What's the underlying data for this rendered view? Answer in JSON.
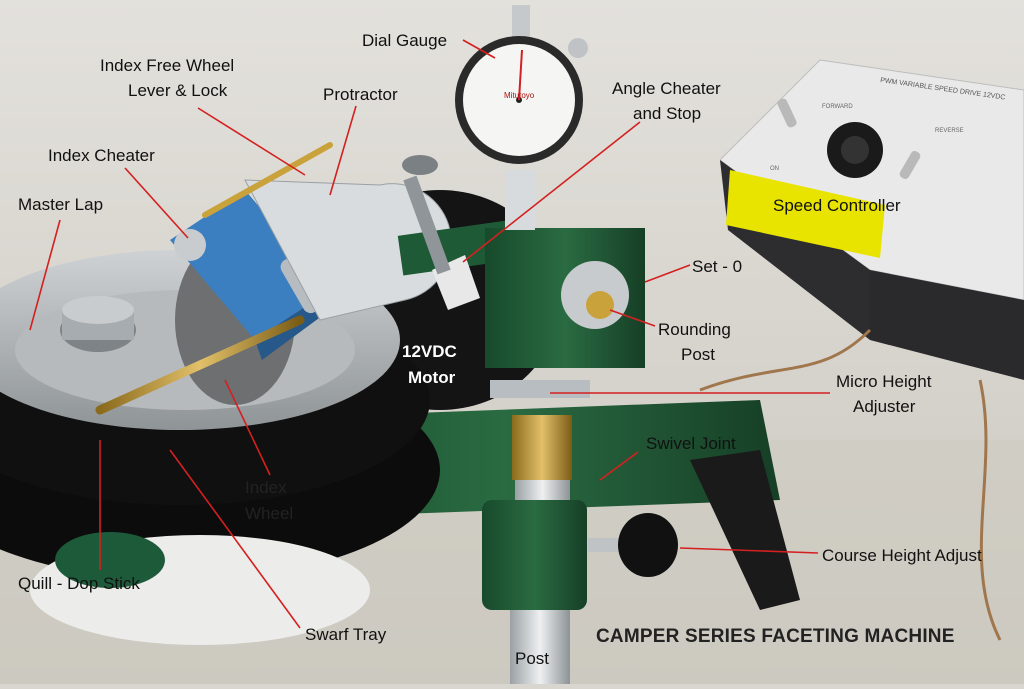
{
  "title": "CAMPER SERIES FACETING MACHINE",
  "labels": {
    "dial_gauge": "Dial Gauge",
    "index_free_wheel": "Index Free Wheel",
    "lever_lock": "Lever & Lock",
    "protractor": "Protractor",
    "angle_cheater": "Angle Cheater",
    "and_stop": "and Stop",
    "index_cheater": "Index Cheater",
    "master_lap": "Master Lap",
    "speed_controller": "Speed Controller",
    "set_zero": "Set - 0",
    "rounding": "Rounding",
    "post_label": "Post",
    "motor_voltage": "12VDC",
    "motor": "Motor",
    "micro_height": "Micro Height",
    "adjuster": "Adjuster",
    "swivel_joint": "Swivel Joint",
    "index": "Index",
    "wheel": "Wheel",
    "course_height": "Course Height Adjust",
    "quill": "Quill - Dop Stick",
    "swarf_tray": "Swarf Tray",
    "post": "Post"
  },
  "device_text": {
    "controller_title": "PWM VARIABLE SPEED DRIVE 12VDC",
    "forward": "FORWARD",
    "reverse": "REVERSE",
    "on": "ON",
    "gauge_brand": "Mitutoyo"
  },
  "colors": {
    "machine_green": "#1f5a36",
    "index_blue": "#3b7fc0",
    "pointer_red": "#d42020",
    "controller_yellow": "#e8e400",
    "brass": "#c9a23c"
  }
}
